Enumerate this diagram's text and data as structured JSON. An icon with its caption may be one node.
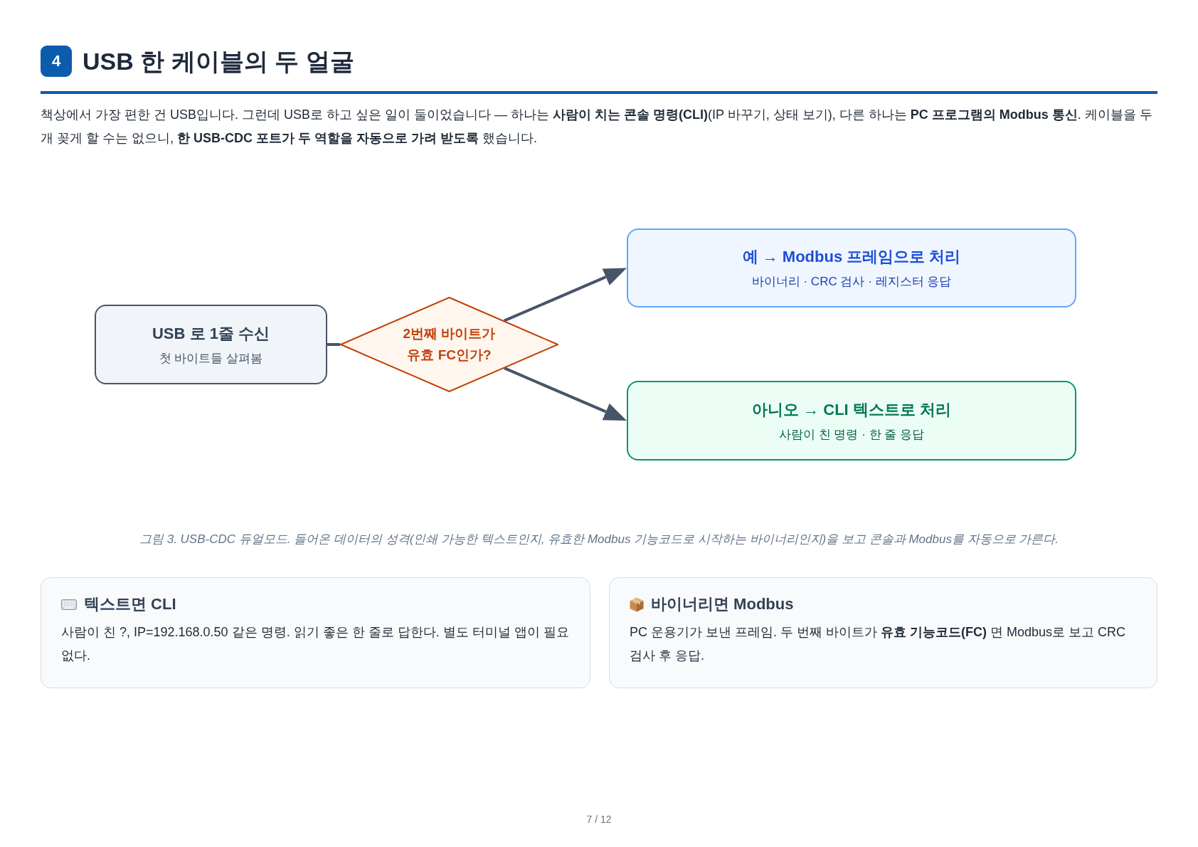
{
  "diagram": {
    "title": "USB 한 케이블의 두 얼굴",
    "caption": "그림 3. USB-CDC 듀얼모드. 들어온 데이터의 성격(인쇄 가능한 텍스트인지, 유효한 Modbus 기능코드로 시작하는 바이너리인지)을 보고 콘솔과 Modbus를 자동으로 가른다.",
    "nodes": [
      {
        "text": [
          "USB 로 1줄 수신",
          "첫 바이트들 살펴봄"
        ]
      },
      {
        "text": [
          "2번째 바이트가 유효 FC인가?"
        ]
      },
      {
        "text": [
          "예 → Modbus 프레임으로 처리",
          "바이너리 · CRC 검사 · 레지스터 응답"
        ]
      },
      {
        "text": [
          "아니오 → CLI 텍스트로 처리",
          "사람이 친 명령 · 한 줄 응답"
        ]
      },
      {
        "text": [
          "텍스트면 CLI",
          "사람이 친 ?, IP=192.168.0.50 같은 명령. 읽기 좋은 한 줄로 답한다. 별도 터미널 앱이 필요 없다."
        ]
      },
      {
        "text": [
          "바이너리면 Modbus",
          "PC 운용기가 보낸 프레임. 두 번째 바이트가 **유효 기능코드(FC)** 면 Modbus로 보고 CRC 검사 후 응답."
        ]
      }
    ],
    "edges": [
      {
        "from": 0,
        "to": 1,
        "arrow": "none"
      },
      {
        "from": 1,
        "to": 2,
        "arrow": "to"
      },
      {
        "from": 1,
        "to": 3,
        "arrow": "to"
      }
    ],
    "labels": [
      "4",
      "책상에서 가장 편한 건 USB입니다. 그런데 USB로 하고 싶은 일이 둘이었습니다 — 하나는 **사람이 치는 콘솔 명령(CLI)**(IP 바꾸기, 상태 보기), 다른 하나는 **PC 프로그램의 Modbus 통신**. 케이블을 두 개 꽂게 할 수는 없으니, **한 USB-CDC 포트가 두 역할을 자동으로 가려 받도록** 했습니다.",
      "7 / 12"
    ]
  }
}
